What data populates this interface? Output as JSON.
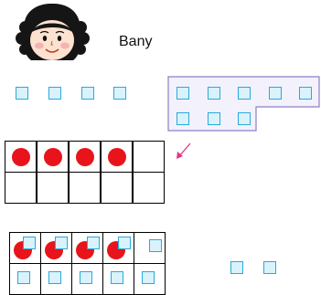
{
  "character": {
    "name": "Bany",
    "icon": "girl-face-icon"
  },
  "ten_frame_top": {
    "rows": 2,
    "cols": 5,
    "filled_red_dots": 4
  },
  "squares_row_left": {
    "count": 4
  },
  "highlight_box": {
    "row1_count": 5,
    "row2_count": 3
  },
  "ten_frame_bottom": {
    "rows": 2,
    "cols": 5,
    "red_dots_under_squares": 4,
    "squares_in_frame": 10
  },
  "loose_squares": {
    "count": 2
  },
  "colors": {
    "square_fill": "#d9f2fb",
    "square_border": "#2aa9dc",
    "dot": "#e8141b",
    "highlight_border": "#8b7fc8",
    "highlight_fill": "#f3f1fb",
    "arrow": "#e2348a"
  }
}
